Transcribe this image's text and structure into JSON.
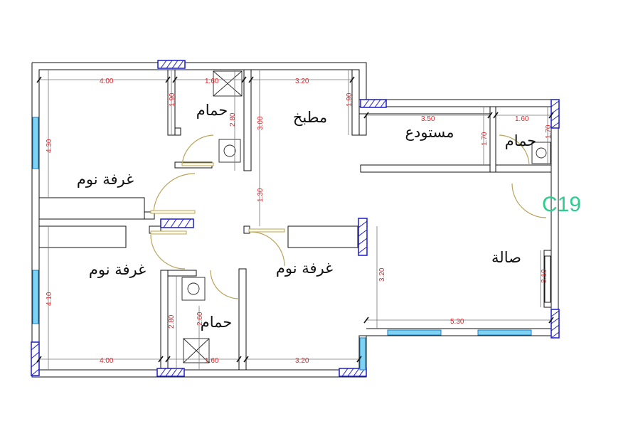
{
  "rooms": {
    "bedroom_top": "غرفة نوم",
    "bedroom_bottom_left": "غرفة نوم",
    "bedroom_bottom_right": "غرفة نوم",
    "bath_top": "حمام",
    "bath_bottom": "حمام",
    "bath_right": "حمام",
    "kitchen": "مطبخ",
    "storage": "مستودع",
    "living": "صالة"
  },
  "dimensions": {
    "top_bedroom_width": "4.00",
    "top_bedroom_height": "4.30",
    "top_bath_width": "1.60",
    "top_bath_height": "1.90",
    "top_bath_depth": "2.80",
    "kitchen_width": "3.20",
    "kitchen_height": "3.00",
    "kitchen_side": "1.90",
    "corridor": "1.30",
    "storage_width": "3.50",
    "storage_height": "1.70",
    "right_bath_width": "1.60",
    "right_bath_height": "1.70",
    "bottom_left_height": "4.10",
    "bottom_left_width": "4.00",
    "bottom_bath_depth": "2.80",
    "bottom_bath_inner": "2.60",
    "bottom_bath_width": "1.60",
    "bottom_right_width": "3.20",
    "living_height": "3.20",
    "living_width": "5.30",
    "living_side": "3.10"
  },
  "plan_code": "C19",
  "colors": {
    "dimension_text": "#e0282d",
    "plan_code": "#2ecc8f",
    "column": "#1b1bcc",
    "window": "#7fd3f2",
    "door_swing": "#b8a45a"
  }
}
